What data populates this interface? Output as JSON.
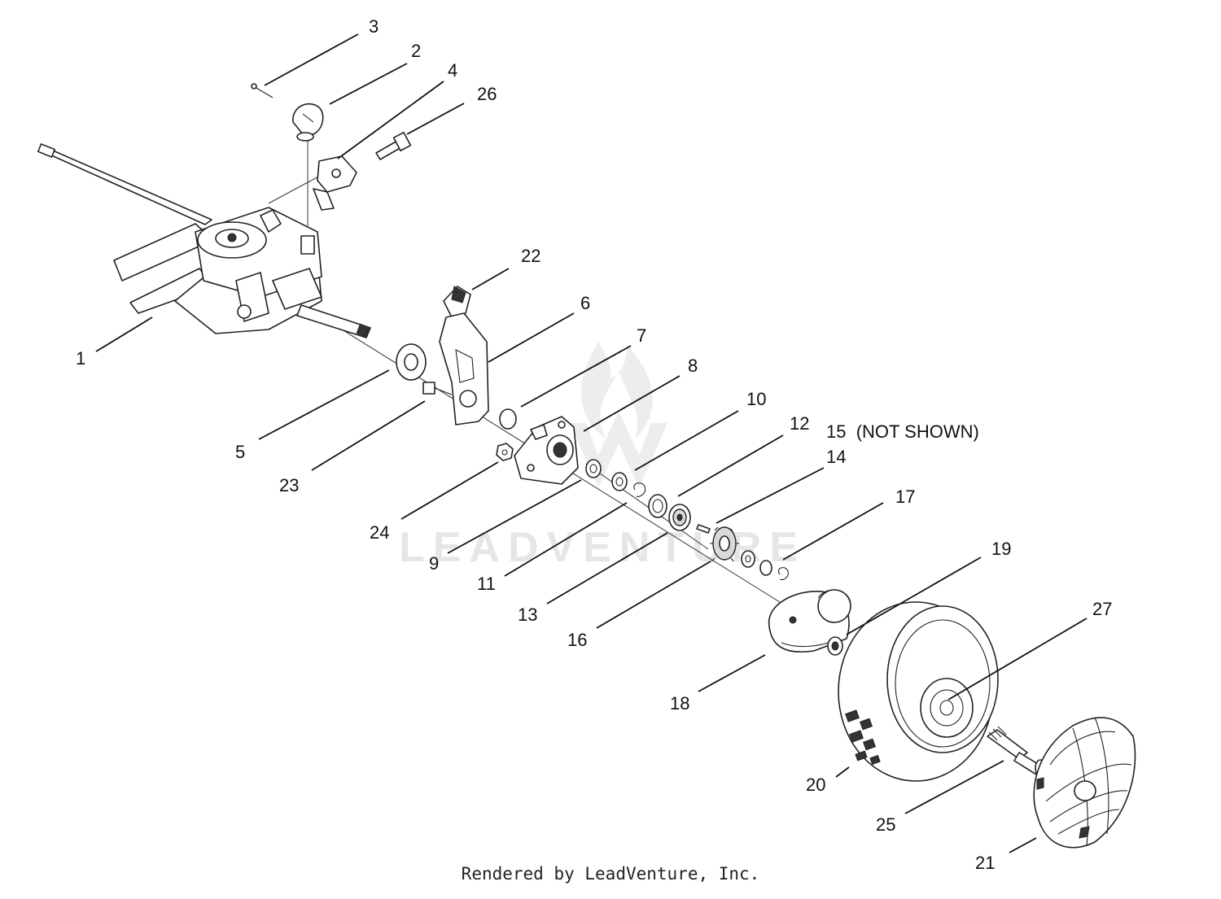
{
  "diagram": {
    "watermark": "LEADVENTURE",
    "footer": "Rendered by LeadVenture, Inc.",
    "callouts": [
      {
        "id": "1",
        "label": "1"
      },
      {
        "id": "2",
        "label": "2"
      },
      {
        "id": "3",
        "label": "3"
      },
      {
        "id": "4",
        "label": "4"
      },
      {
        "id": "5",
        "label": "5"
      },
      {
        "id": "6",
        "label": "6"
      },
      {
        "id": "7",
        "label": "7"
      },
      {
        "id": "8",
        "label": "8"
      },
      {
        "id": "9",
        "label": "9"
      },
      {
        "id": "10",
        "label": "10"
      },
      {
        "id": "11",
        "label": "11"
      },
      {
        "id": "12",
        "label": "12"
      },
      {
        "id": "13",
        "label": "13"
      },
      {
        "id": "14",
        "label": "14"
      },
      {
        "id": "15",
        "label": "15  (NOT SHOWN)"
      },
      {
        "id": "16",
        "label": "16"
      },
      {
        "id": "17",
        "label": "17"
      },
      {
        "id": "18",
        "label": "18"
      },
      {
        "id": "19",
        "label": "19"
      },
      {
        "id": "20",
        "label": "20"
      },
      {
        "id": "21",
        "label": "21"
      },
      {
        "id": "22",
        "label": "22"
      },
      {
        "id": "23",
        "label": "23"
      },
      {
        "id": "24",
        "label": "24"
      },
      {
        "id": "25",
        "label": "25"
      },
      {
        "id": "26",
        "label": "26"
      },
      {
        "id": "27",
        "label": "27"
      }
    ]
  }
}
